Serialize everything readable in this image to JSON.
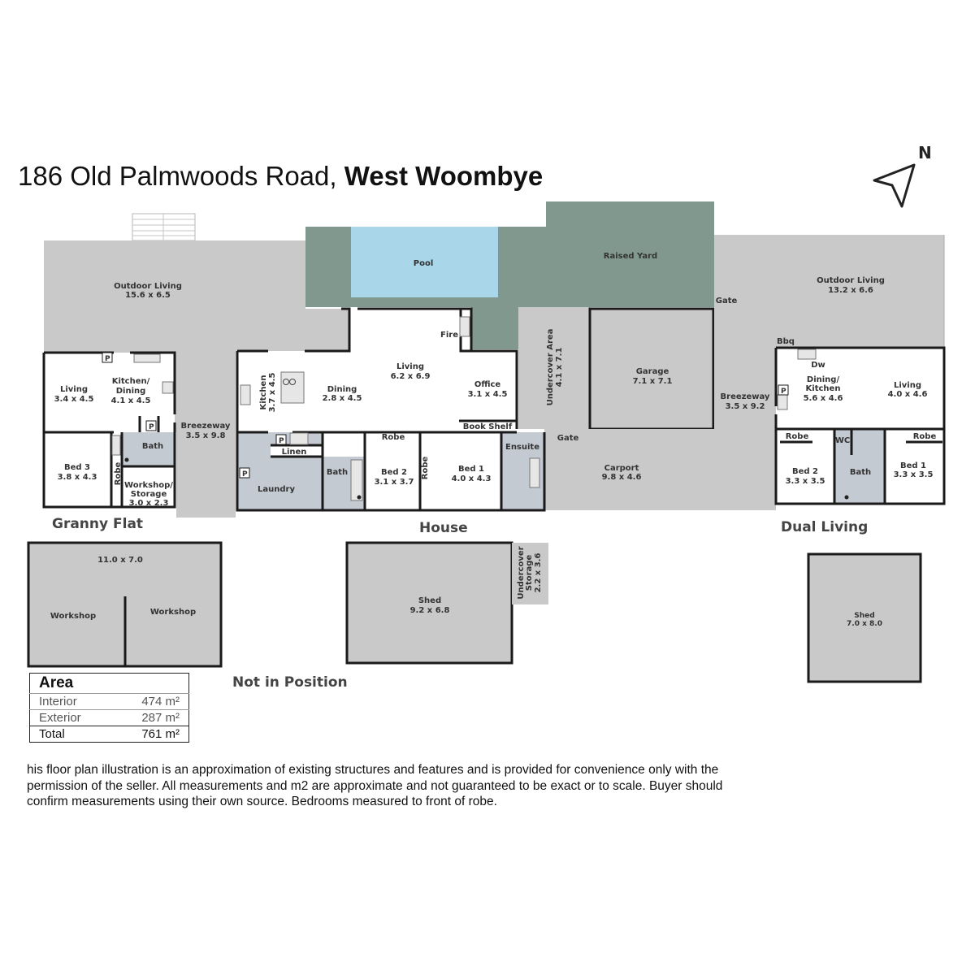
{
  "title": {
    "address": "186 Old Palmwoods Road,",
    "suburb": "West Woombye"
  },
  "compass": {
    "label": "N"
  },
  "sections": {
    "granny_flat": "Granny Flat",
    "house": "House",
    "dual_living": "Dual Living",
    "not_in_position": "Not in Position"
  },
  "rooms": {
    "gf_outdoor": {
      "name": "Outdoor Living",
      "dim": "15.6 x 6.5"
    },
    "gf_living": {
      "name": "Living",
      "dim": "3.4 x 4.5"
    },
    "gf_kitchen": {
      "name1": "Kitchen/",
      "name2": "Dining",
      "dim": "4.1 x 4.5"
    },
    "gf_bath": {
      "name": "Bath"
    },
    "gf_bed3": {
      "name": "Bed 3",
      "dim": "3.8 x 4.3"
    },
    "gf_robe": {
      "name": "Robe"
    },
    "gf_workshop": {
      "name1": "Workshop/",
      "name2": "Storage",
      "dim": "3.0 x 2.3"
    },
    "breezeway_left": {
      "name": "Breezeway",
      "dim": "3.5 x 9.8"
    },
    "pool": {
      "name": "Pool"
    },
    "raised_yard": {
      "name": "Raised Yard"
    },
    "fire": {
      "name": "Fire"
    },
    "h_living": {
      "name": "Living",
      "dim": "6.2 x 6.9"
    },
    "h_dining": {
      "name": "Dining",
      "dim": "2.8 x 4.5"
    },
    "h_kitchen": {
      "name": "Kitchen",
      "dim": "3.7 x 4.5"
    },
    "h_office": {
      "name": "Office",
      "dim": "3.1 x 4.5"
    },
    "h_bookshelf": {
      "name": "Book Shelf"
    },
    "h_linen": {
      "name": "Linen"
    },
    "h_laundry": {
      "name": "Laundry"
    },
    "h_bath": {
      "name": "Bath"
    },
    "h_bed2": {
      "name": "Bed 2",
      "dim": "3.1 x 3.7"
    },
    "h_robe_top": {
      "name": "Robe"
    },
    "h_robe_side": {
      "name": "Robe"
    },
    "h_bed1": {
      "name": "Bed 1",
      "dim": "4.0 x 4.3"
    },
    "h_ensuite": {
      "name": "Ensuite"
    },
    "undercover_area": {
      "name": "Undercover Area",
      "dim": "4.1 x 7.1"
    },
    "garage": {
      "name": "Garage",
      "dim": "7.1 x 7.1"
    },
    "gate_left": {
      "name": "Gate"
    },
    "carport": {
      "name": "Carport",
      "dim": "9.8 x 4.6"
    },
    "gate_right": {
      "name": "Gate"
    },
    "breezeway_right": {
      "name": "Breezeway",
      "dim": "3.5 x 9.2"
    },
    "dl_outdoor": {
      "name": "Outdoor Living",
      "dim": "13.2 x 6.6"
    },
    "dl_bbq": {
      "name": "Bbq"
    },
    "dl_dw": {
      "name": "Dw"
    },
    "dl_dining": {
      "name1": "Dining/",
      "name2": "Kitchen",
      "dim": "5.6 x 4.6"
    },
    "dl_living": {
      "name": "Living",
      "dim": "4.0 x 4.6"
    },
    "dl_robe_left": {
      "name": "Robe"
    },
    "dl_wc": {
      "name": "WC"
    },
    "dl_robe_right": {
      "name": "Robe"
    },
    "dl_bed2": {
      "name": "Bed 2",
      "dim": "3.3 x 3.5"
    },
    "dl_bath": {
      "name": "Bath"
    },
    "dl_bed1": {
      "name": "Bed 1",
      "dim": "3.3 x 3.5"
    },
    "ws_dim": {
      "dim": "11.0 x 7.0"
    },
    "ws_left": {
      "name": "Workshop"
    },
    "ws_right": {
      "name": "Workshop"
    },
    "shed_mid": {
      "name": "Shed",
      "dim": "9.2 x 6.8"
    },
    "uc_storage": {
      "name1": "Undercover",
      "name2": "Storage",
      "dim": "2.2 x 3.6"
    },
    "shed_right": {
      "name": "Shed",
      "dim": "7.0 x 8.0"
    }
  },
  "pantry_label": "P",
  "area_table": {
    "heading": "Area",
    "rows": [
      {
        "label": "Interior",
        "value": "474 m²"
      },
      {
        "label": "Exterior",
        "value": "287 m²"
      },
      {
        "label": "Total",
        "value": "761 m²"
      }
    ]
  },
  "disclaimer": "his floor plan illustration is an approximation of existing structures and features and is provided for convenience only with the permission of the seller. All measurements and m2 are approximate and not guaranteed to be exact or to scale. Buyer should confirm measurements using their own source. Bedrooms measured to front of robe.",
  "colors": {
    "pool": "#a9d6e9",
    "yard": "#80988e",
    "outdoor": "#c9c9c9",
    "interior": "#ffffff",
    "wet_area": "#c3cad1",
    "wall": "#1a1a1a"
  }
}
